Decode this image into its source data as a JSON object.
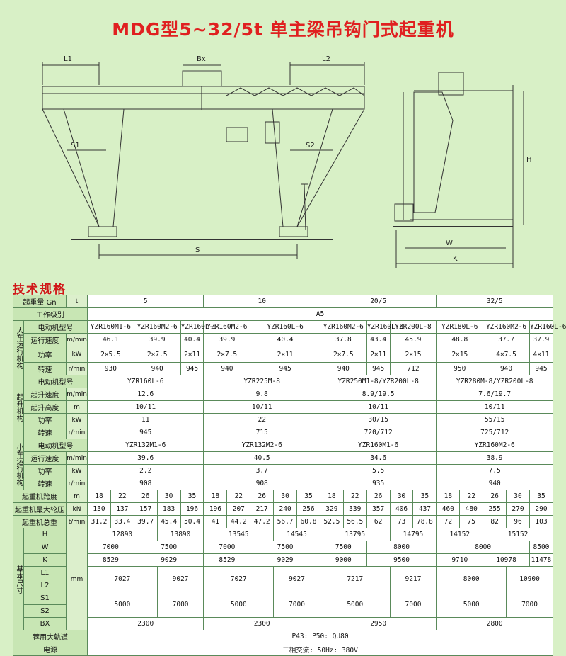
{
  "title": "MDG型5~32/5t 单主梁吊钩门式起重机",
  "drawing": {
    "labels": {
      "l1": "L1",
      "bx": "Bx",
      "l2": "L2",
      "s1": "S1",
      "s2": "S2",
      "s": "S",
      "h": "H",
      "w": "W",
      "k": "K"
    }
  },
  "section_title": "技术规格",
  "table": {
    "capacity": {
      "label": "起重量 Gn",
      "unit": "t",
      "values": [
        "5",
        "10",
        "20/5",
        "32/5"
      ]
    },
    "duty": {
      "label": "工作级别",
      "value": "A5"
    },
    "crane_travel": {
      "group": "大车运行机构",
      "motor": {
        "label": "电动机型号",
        "values": [
          "YZR160M1-6",
          "YZR160M2-6",
          "YZR160L-6",
          "YZR160M2-6",
          "YZR160L-6",
          "YZR160M2-6",
          "YZR160L-6",
          "YZR200L-8",
          "YZR180L-6",
          "YZR160M2-6",
          "YZR160L-6"
        ]
      },
      "speed": {
        "label": "运行速度",
        "unit": "m/min",
        "values": [
          "46.1",
          "39.9",
          "40.4",
          "39.9",
          "40.4",
          "37.8",
          "43.4",
          "45.9",
          "48.8",
          "37.7",
          "37.9"
        ]
      },
      "power": {
        "label": "功率",
        "unit": "kW",
        "values": [
          "2×5.5",
          "2×7.5",
          "2×11",
          "2×7.5",
          "2×11",
          "2×7.5",
          "2×11",
          "2×15",
          "2×15",
          "4×7.5",
          "4×11"
        ]
      },
      "rpm": {
        "label": "转速",
        "unit": "r/min",
        "values": [
          "930",
          "940",
          "945",
          "940",
          "945",
          "940",
          "945",
          "712",
          "950",
          "940",
          "945"
        ]
      }
    },
    "hoist": {
      "group": "起升机构",
      "motor": {
        "label": "电动机型号",
        "values": [
          "YZR160L-6",
          "YZR225M-8",
          "YZR250M1-8/YZR200L-8",
          "YZR280M-8/YZR200L-8"
        ]
      },
      "speed": {
        "label": "起升速度",
        "unit": "m/min",
        "values": [
          "12.6",
          "9.8",
          "8.9/19.5",
          "7.6/19.7"
        ]
      },
      "height": {
        "label": "起升高度",
        "unit": "m",
        "values": [
          "10/11",
          "10/11",
          "10/11",
          "10/11"
        ]
      },
      "power": {
        "label": "功率",
        "unit": "kW",
        "values": [
          "11",
          "22",
          "30/15",
          "55/15"
        ]
      },
      "rpm": {
        "label": "转速",
        "unit": "r/min",
        "values": [
          "945",
          "715",
          "720/712",
          "725/712"
        ]
      }
    },
    "trolley": {
      "group": "小车运行机构",
      "motor": {
        "label": "电动机型号",
        "values": [
          "YZR132M1-6",
          "YZR132M2-6",
          "YZR160M1-6",
          "YZR160M2-6"
        ]
      },
      "speed": {
        "label": "运行速度",
        "unit": "m/min",
        "values": [
          "39.6",
          "40.5",
          "34.6",
          "38.9"
        ]
      },
      "power": {
        "label": "功率",
        "unit": "kW",
        "values": [
          "2.2",
          "3.7",
          "5.5",
          "7.5"
        ]
      },
      "rpm": {
        "label": "转速",
        "unit": "r/min",
        "values": [
          "908",
          "908",
          "935",
          "940"
        ]
      }
    },
    "span": {
      "label": "起重机跨度",
      "unit": "m",
      "values": [
        "18",
        "22",
        "26",
        "30",
        "35",
        "18",
        "22",
        "26",
        "30",
        "35",
        "18",
        "22",
        "26",
        "30",
        "35",
        "18",
        "22",
        "26",
        "30",
        "35"
      ]
    },
    "wheel_load": {
      "label": "起重机最大轮压",
      "unit": "kN",
      "values": [
        "130",
        "137",
        "157",
        "183",
        "196",
        "196",
        "207",
        "217",
        "240",
        "256",
        "329",
        "339",
        "357",
        "406",
        "437",
        "460",
        "480",
        "255",
        "270",
        "290"
      ]
    },
    "weight": {
      "label": "起重机总重",
      "unit": "t/min",
      "values": [
        "31.2",
        "33.4",
        "39.7",
        "45.4",
        "50.4",
        "41",
        "44.2",
        "47.2",
        "56.7",
        "60.8",
        "52.5",
        "56.5",
        "62",
        "73",
        "78.8",
        "72",
        "75",
        "82",
        "96",
        "103"
      ]
    },
    "dims": {
      "group": "基本尺寸",
      "unit": "mm",
      "h": {
        "label": "H",
        "values": [
          "12890",
          "13890",
          "13545",
          "14545",
          "13795",
          "14795",
          "14152",
          "15152"
        ]
      },
      "w": {
        "label": "W",
        "values": [
          "7000",
          "7500",
          "7000",
          "7500",
          "7500",
          "8000",
          "8000",
          "8500"
        ]
      },
      "k": {
        "label": "K",
        "values": [
          "8529",
          "9029",
          "8529",
          "9029",
          "9000",
          "9500",
          "9710",
          "10978",
          "11478"
        ]
      },
      "l1": {
        "label": "L1"
      },
      "l2": {
        "label": "L2"
      },
      "l_values": [
        "7027",
        "9027",
        "7027",
        "9027",
        "7217",
        "9217",
        "8000",
        "10900"
      ],
      "s1": {
        "label": "S1"
      },
      "s2": {
        "label": "S2"
      },
      "s_values": [
        "5000",
        "7000",
        "5000",
        "7000",
        "5000",
        "7000",
        "5000",
        "7000"
      ],
      "bx": {
        "label": "BX",
        "values": [
          "2300",
          "2300",
          "2950",
          "2800"
        ]
      }
    },
    "rail": {
      "label": "荐用大轨道",
      "value": "P43:  P50:  QU80"
    },
    "power_source": {
      "label": "电源",
      "value": "三相交流:  50Hz:  380V"
    }
  },
  "colors": {
    "background": "#d8f0c6",
    "title": "#e02020",
    "header_cell": "#c8e6b4",
    "grid": "#5a8a5a"
  }
}
